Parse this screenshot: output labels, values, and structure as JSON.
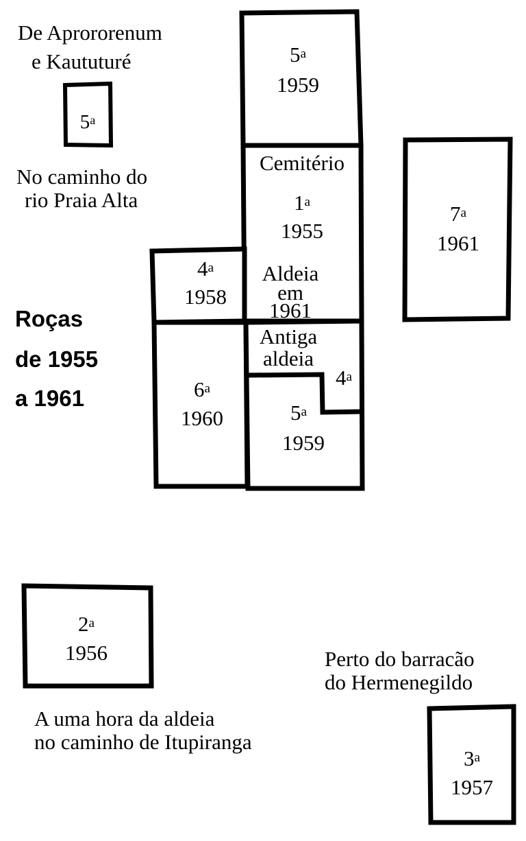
{
  "figure": {
    "title_block": {
      "lines": [
        "Roças",
        "de 1955",
        "a 1961"
      ]
    },
    "annotations": [
      {
        "id": "aprororenum",
        "lines": [
          "De Aprororenum",
          "e Kaututuré"
        ]
      },
      {
        "id": "rio-praia-alta",
        "lines": [
          "No caminho do",
          "rio Praia Alta"
        ]
      },
      {
        "id": "itupiranga",
        "lines": [
          "A uma hora da aldeia",
          "no caminho de Itupiranga"
        ]
      },
      {
        "id": "hermenegildo",
        "lines": [
          "Perto do barracão",
          "do Hermenegildo"
        ]
      }
    ],
    "plots": [
      {
        "id": "plot-5a-aprororenum",
        "ordinal": "5",
        "ordinal_suffix": "a",
        "year": ""
      },
      {
        "id": "plot-5a-1959-top",
        "ordinal": "5",
        "ordinal_suffix": "a",
        "year": "1959"
      },
      {
        "id": "plot-1a-1955-cemiterio",
        "ordinal": "1",
        "ordinal_suffix": "a",
        "year": "1955",
        "header": "Cemitério",
        "footer_lines": [
          "Aldeia",
          "em",
          "1961"
        ]
      },
      {
        "id": "plot-7a-1961",
        "ordinal": "7",
        "ordinal_suffix": "a",
        "year": "1961"
      },
      {
        "id": "plot-4a-1958",
        "ordinal": "4",
        "ordinal_suffix": "a",
        "year": "1958"
      },
      {
        "id": "plot-6a-1960",
        "ordinal": "6",
        "ordinal_suffix": "a",
        "year": "1960"
      },
      {
        "id": "plot-antiga-aldeia",
        "header_lines": [
          "Antiga",
          "aldeia"
        ]
      },
      {
        "id": "plot-4a-notch",
        "ordinal": "4",
        "ordinal_suffix": "a",
        "year": ""
      },
      {
        "id": "plot-5a-1959-bottom",
        "ordinal": "5",
        "ordinal_suffix": "a",
        "year": "1959"
      },
      {
        "id": "plot-2a-1956",
        "ordinal": "2",
        "ordinal_suffix": "a",
        "year": "1956"
      },
      {
        "id": "plot-3a-1957",
        "ordinal": "3",
        "ordinal_suffix": "a",
        "year": "1957"
      }
    ],
    "colors": {
      "stroke": "#000000",
      "fill": "#ffffff",
      "text": "#000000"
    }
  }
}
